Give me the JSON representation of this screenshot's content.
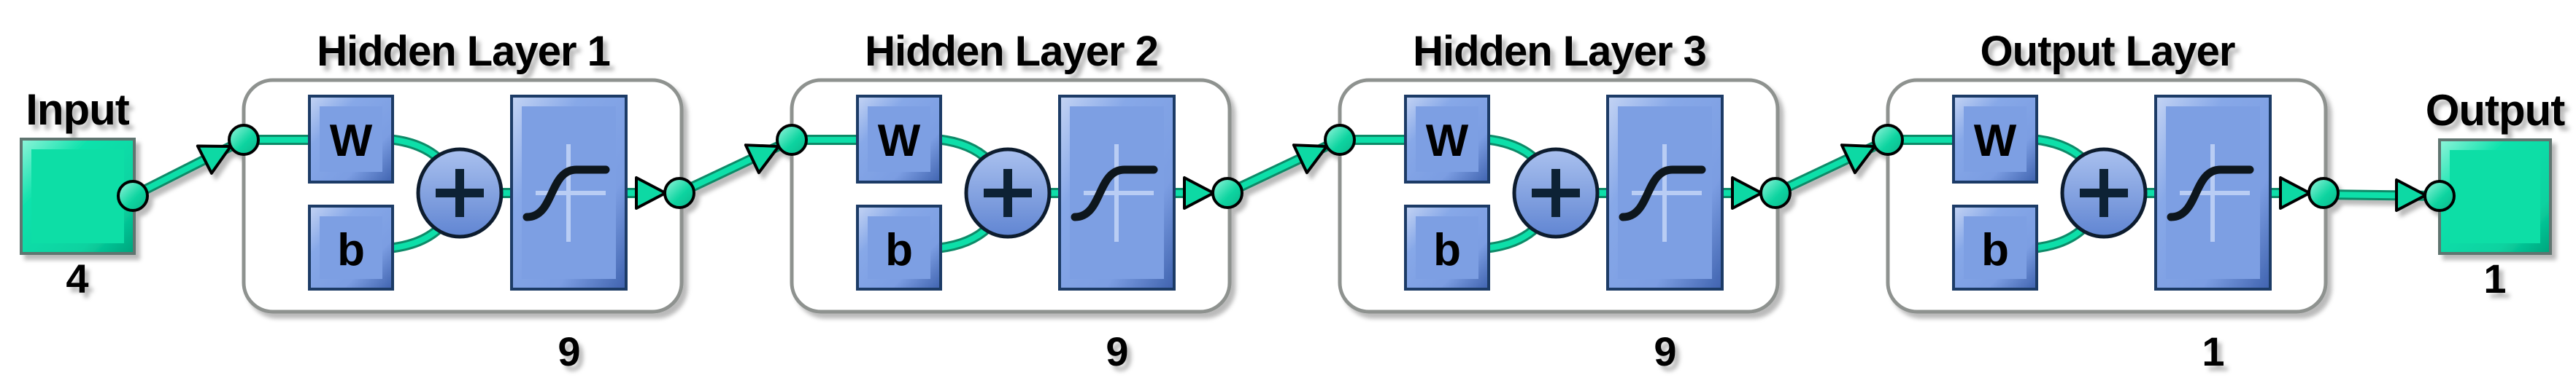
{
  "diagram": {
    "input": {
      "label": "Input",
      "size": "4"
    },
    "output": {
      "label": "Output",
      "size": "1"
    },
    "block_labels": {
      "weight": "W",
      "bias": "b"
    },
    "layers": [
      {
        "title": "Hidden Layer 1",
        "neurons": "9"
      },
      {
        "title": "Hidden Layer 2",
        "neurons": "9"
      },
      {
        "title": "Hidden Layer 3",
        "neurons": "9"
      },
      {
        "title": "Output Layer",
        "neurons": "1"
      }
    ],
    "icons": {
      "sum": "plus-icon",
      "activation": "tansig-sigmoid-icon",
      "signal": "arrow-icon",
      "junction": "node-dot-icon"
    },
    "colors": {
      "signal_green": "#0DDFA9",
      "signal_green_dark": "#0A8A67",
      "io_square_green": "#07DEA6",
      "block_blue": "#7D9FE3",
      "block_border_navy": "#1F3A66",
      "layer_box_border_gray": "#8E928F",
      "text_black": "#000000",
      "background": "#FFFFFF"
    }
  }
}
